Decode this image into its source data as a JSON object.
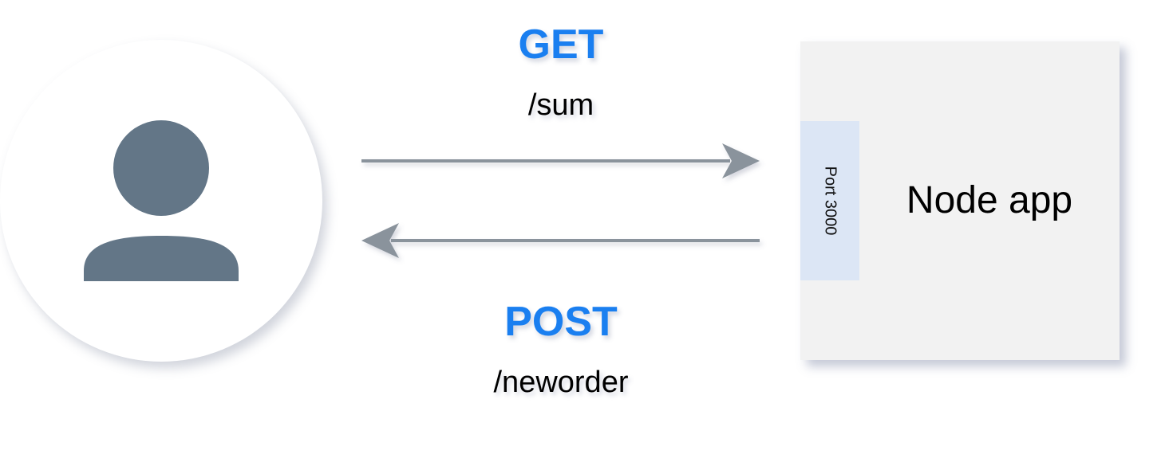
{
  "actors": {
    "user": {
      "icon": "user-icon",
      "icon_color": "#637687"
    },
    "server": {
      "label": "Node app",
      "port_label": "Port 3000",
      "box_color": "#f2f2f2",
      "port_color": "#dce6f5"
    }
  },
  "requests": {
    "get": {
      "method": "GET",
      "path": "/sum",
      "direction": "user-to-server"
    },
    "post": {
      "method": "POST",
      "path": "/neworder",
      "direction": "server-to-user"
    }
  },
  "colors": {
    "method_text": "#1a7ff0",
    "arrow": "#8a939c"
  }
}
